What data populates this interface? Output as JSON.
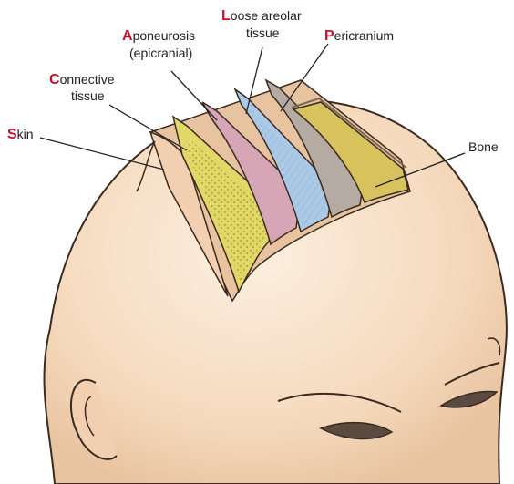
{
  "labels": {
    "skin": {
      "initial": "S",
      "rest": "kin"
    },
    "connective": {
      "initial": "C",
      "rest_line1": "onnective",
      "line2": "tissue"
    },
    "aponeurosis": {
      "initial": "A",
      "rest_line1": "poneurosis",
      "line2": "(epicranial)"
    },
    "loose": {
      "initial": "L",
      "rest_line1": "oose areolar",
      "line2": "tissue"
    },
    "pericranium": {
      "initial": "P",
      "rest": "ericranium"
    },
    "bone": "Bone"
  },
  "colors": {
    "skin_tone": "#f6dcc0",
    "skin_shadow": "#e8c3a0",
    "connective": "#e2d86a",
    "aponeurosis": "#d7a6b6",
    "loose_areolar": "#a9c9e6",
    "pericranium": "#b6aba2",
    "bone": "#d8c25e",
    "accent_initial": "#c8102e"
  }
}
